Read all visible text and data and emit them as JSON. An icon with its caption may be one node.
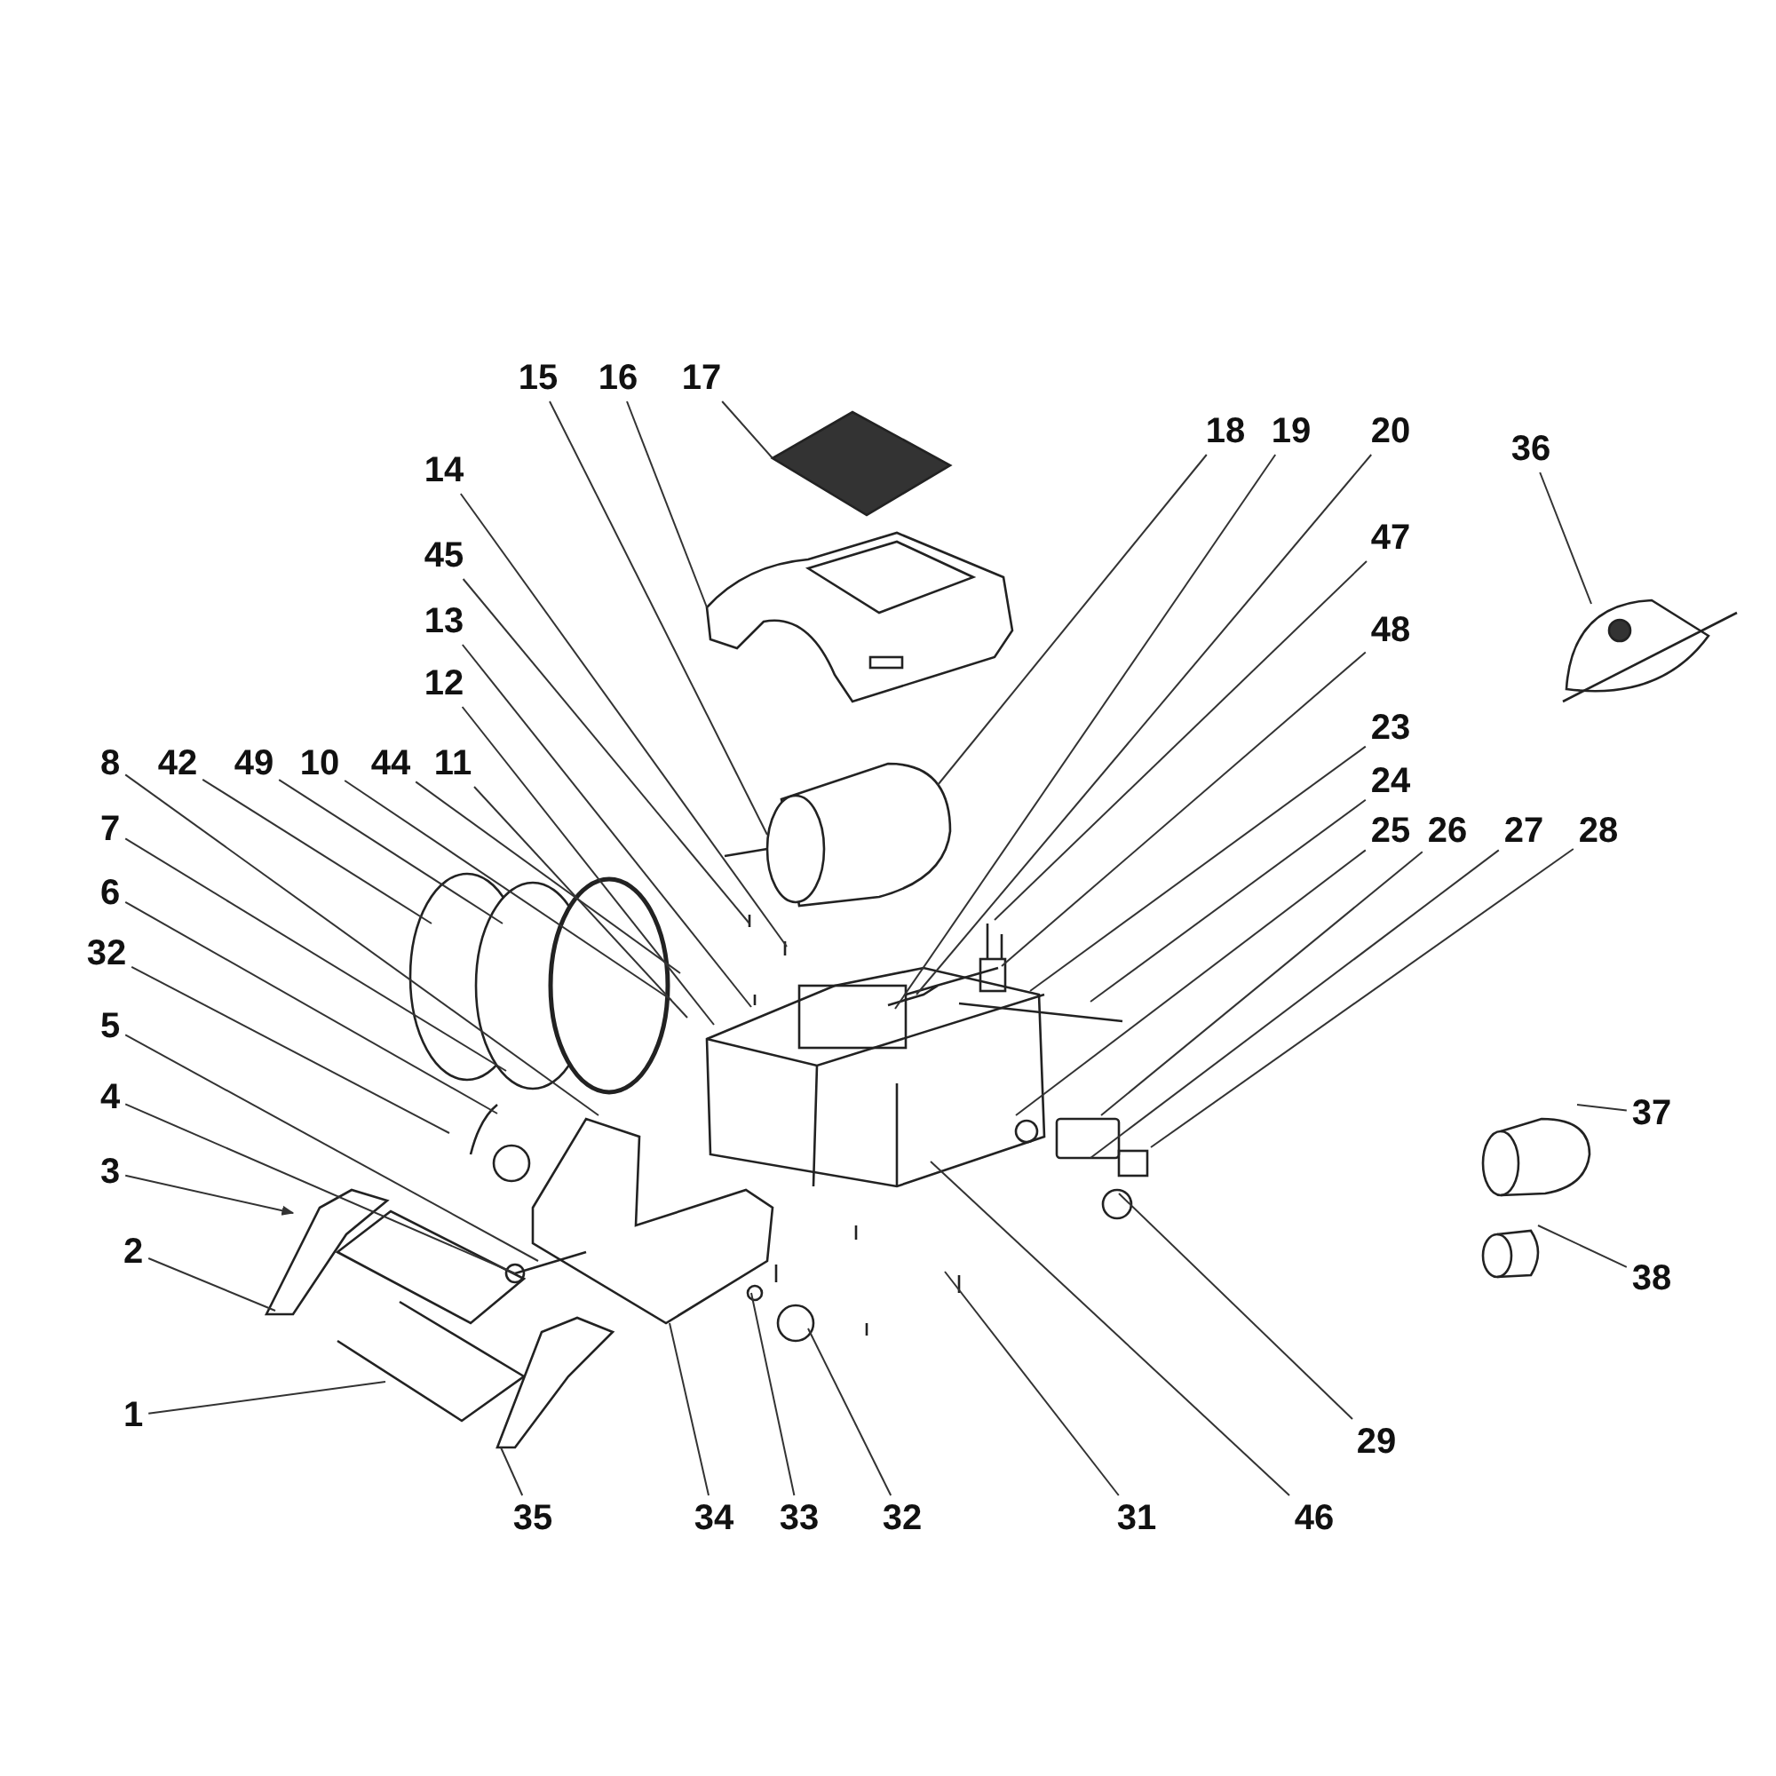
{
  "diagram": {
    "nodes": [
      {
        "text": [
          "15"
        ]
      },
      {
        "text": [
          "16"
        ]
      },
      {
        "text": [
          "17"
        ]
      },
      {
        "text": [
          "18"
        ]
      },
      {
        "text": [
          "19"
        ]
      },
      {
        "text": [
          "20"
        ]
      },
      {
        "text": [
          "36"
        ]
      },
      {
        "text": [
          "14"
        ]
      },
      {
        "text": [
          "47"
        ]
      },
      {
        "text": [
          "45"
        ]
      },
      {
        "text": [
          "13"
        ]
      },
      {
        "text": [
          "48"
        ]
      },
      {
        "text": [
          "12"
        ]
      },
      {
        "text": [
          "23"
        ]
      },
      {
        "text": [
          "8"
        ]
      },
      {
        "text": [
          "42"
        ]
      },
      {
        "text": [
          "49"
        ]
      },
      {
        "text": [
          "10"
        ]
      },
      {
        "text": [
          "44"
        ]
      },
      {
        "text": [
          "11"
        ]
      },
      {
        "text": [
          "24"
        ]
      },
      {
        "text": [
          "7"
        ]
      },
      {
        "text": [
          "25"
        ]
      },
      {
        "text": [
          "26"
        ]
      },
      {
        "text": [
          "27"
        ]
      },
      {
        "text": [
          "28"
        ]
      },
      {
        "text": [
          "6"
        ]
      },
      {
        "text": [
          "32"
        ]
      },
      {
        "text": [
          "5"
        ]
      },
      {
        "text": [
          "4"
        ]
      },
      {
        "text": [
          "37"
        ]
      },
      {
        "text": [
          "3"
        ]
      },
      {
        "text": [
          "2"
        ]
      },
      {
        "text": [
          "38"
        ]
      },
      {
        "text": [
          "1"
        ]
      },
      {
        "text": [
          "29"
        ]
      },
      {
        "text": [
          "35"
        ]
      },
      {
        "text": [
          "34"
        ]
      },
      {
        "text": [
          "33"
        ]
      },
      {
        "text": [
          "32"
        ]
      },
      {
        "text": [
          "31"
        ]
      },
      {
        "text": [
          "46"
        ]
      }
    ],
    "edges": [
      {
        "from": 0,
        "to": null,
        "arrow": "none"
      },
      {
        "from": 1,
        "to": null,
        "arrow": "none"
      },
      {
        "from": 2,
        "to": null,
        "arrow": "none"
      },
      {
        "from": 3,
        "to": null,
        "arrow": "none"
      },
      {
        "from": 4,
        "to": null,
        "arrow": "none"
      },
      {
        "from": 5,
        "to": null,
        "arrow": "none"
      },
      {
        "from": 6,
        "to": null,
        "arrow": "none"
      },
      {
        "from": 7,
        "to": null,
        "arrow": "none"
      },
      {
        "from": 8,
        "to": null,
        "arrow": "none"
      },
      {
        "from": 9,
        "to": null,
        "arrow": "none"
      },
      {
        "from": 10,
        "to": null,
        "arrow": "none"
      },
      {
        "from": 11,
        "to": null,
        "arrow": "none"
      },
      {
        "from": 12,
        "to": null,
        "arrow": "none"
      },
      {
        "from": 13,
        "to": null,
        "arrow": "none"
      },
      {
        "from": 14,
        "to": null,
        "arrow": "none"
      },
      {
        "from": 15,
        "to": null,
        "arrow": "none"
      },
      {
        "from": 16,
        "to": null,
        "arrow": "none"
      },
      {
        "from": 17,
        "to": null,
        "arrow": "none"
      },
      {
        "from": 18,
        "to": null,
        "arrow": "none"
      },
      {
        "from": 19,
        "to": null,
        "arrow": "none"
      },
      {
        "from": 20,
        "to": null,
        "arrow": "none"
      },
      {
        "from": 21,
        "to": null,
        "arrow": "none"
      },
      {
        "from": 22,
        "to": null,
        "arrow": "none"
      },
      {
        "from": 23,
        "to": null,
        "arrow": "none"
      },
      {
        "from": 24,
        "to": null,
        "arrow": "none"
      },
      {
        "from": 25,
        "to": null,
        "arrow": "none"
      },
      {
        "from": 26,
        "to": null,
        "arrow": "none"
      },
      {
        "from": 27,
        "to": null,
        "arrow": "none"
      },
      {
        "from": 28,
        "to": null,
        "arrow": "none"
      },
      {
        "from": 29,
        "to": null,
        "arrow": "none"
      },
      {
        "from": 30,
        "to": null,
        "arrow": "none"
      },
      {
        "from": 31,
        "to": null,
        "arrow": "to"
      },
      {
        "from": 32,
        "to": null,
        "arrow": "none"
      },
      {
        "from": 33,
        "to": null,
        "arrow": "none"
      },
      {
        "from": 34,
        "to": null,
        "arrow": "none"
      },
      {
        "from": 35,
        "to": null,
        "arrow": "none"
      },
      {
        "from": 36,
        "to": null,
        "arrow": "none"
      },
      {
        "from": 37,
        "to": null,
        "arrow": "none"
      },
      {
        "from": 38,
        "to": null,
        "arrow": "none"
      },
      {
        "from": 39,
        "to": null,
        "arrow": "none"
      },
      {
        "from": 40,
        "to": null,
        "arrow": "none"
      },
      {
        "from": 41,
        "to": null,
        "arrow": "none"
      }
    ]
  }
}
